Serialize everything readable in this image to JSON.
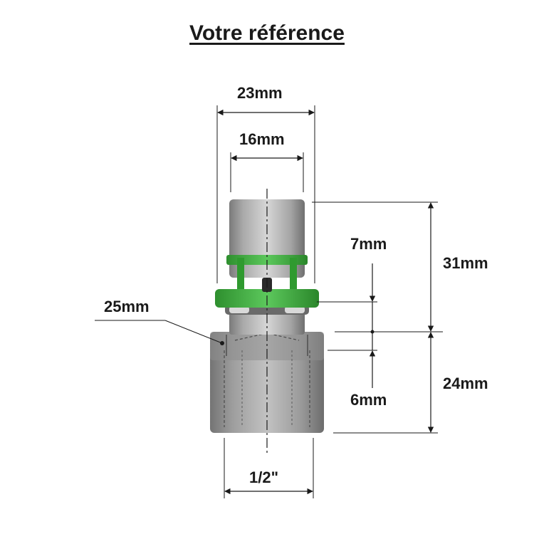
{
  "title": "Votre référence",
  "dimensions": {
    "outer_width": "23mm",
    "inner_width": "16mm",
    "collar_depth": "7mm",
    "pex_length": "31mm",
    "nut_size": "25mm",
    "thread_length": "24mm",
    "thread_depth": "6mm",
    "thread_size": "1/2\""
  },
  "colors": {
    "ring_green": "#3fae3f",
    "metal_light": "#b8b8b8",
    "metal_dark": "#7d7d7d",
    "line": "#1a1a1a"
  }
}
